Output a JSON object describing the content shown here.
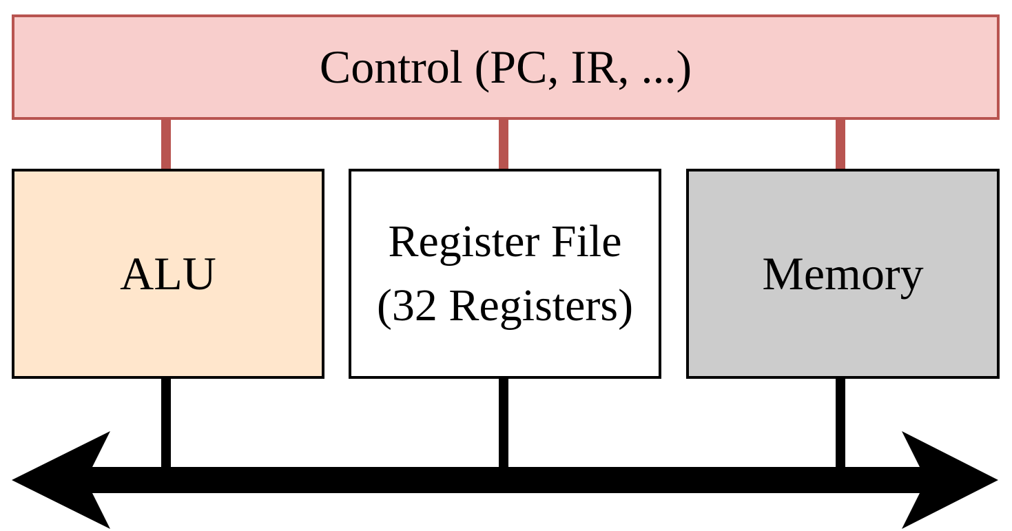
{
  "colors": {
    "control_fill": "#f8cecc",
    "control_border": "#b85450",
    "alu_fill": "#ffe6cc",
    "register_file_fill": "#ffffff",
    "memory_fill": "#cccccc",
    "bus": "#000000"
  },
  "control": {
    "label": "Control (PC, IR, ...)"
  },
  "alu": {
    "label": "ALU"
  },
  "register_file": {
    "line1": "Register File",
    "line2": "(32 Registers)"
  },
  "memory": {
    "label": "Memory"
  },
  "bus": {
    "arrows": "bidirectional"
  }
}
